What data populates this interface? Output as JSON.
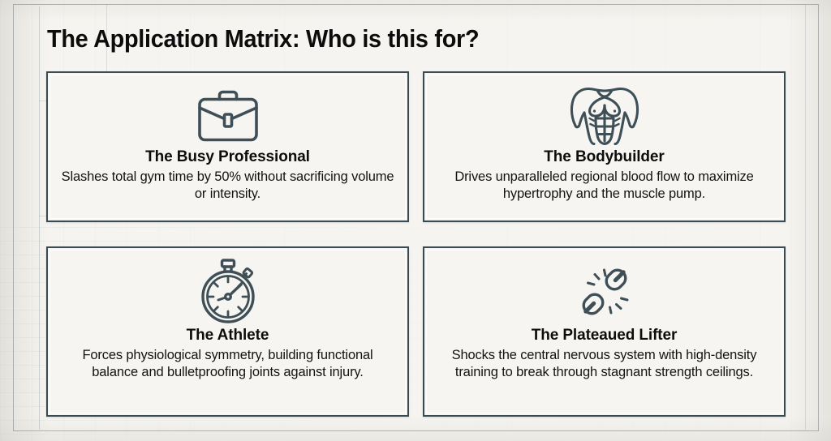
{
  "page": {
    "title": "The Application Matrix: Who is this for?",
    "background_color": "#f5f4f0",
    "card_background_color": "#f6f5f1",
    "card_border_color": "#3a4a52",
    "text_color": "#0d0d0d"
  },
  "cards": [
    {
      "icon": "briefcase-icon",
      "title": "The Busy Professional",
      "description": "Slashes total gym time by 50% without sacrificing volume or intensity."
    },
    {
      "icon": "muscular-torso-icon",
      "title": "The Bodybuilder",
      "description": "Drives unparalleled regional blood flow to maximize hypertrophy and the muscle pump."
    },
    {
      "icon": "stopwatch-icon",
      "title": "The Athlete",
      "description": "Forces physiological symmetry, building functional balance and bulletproofing joints against injury."
    },
    {
      "icon": "broken-chain-icon",
      "title": "The Plateaued Lifter",
      "description": "Shocks the central nervous system with high-density training to break through stagnant strength ceilings."
    }
  ]
}
